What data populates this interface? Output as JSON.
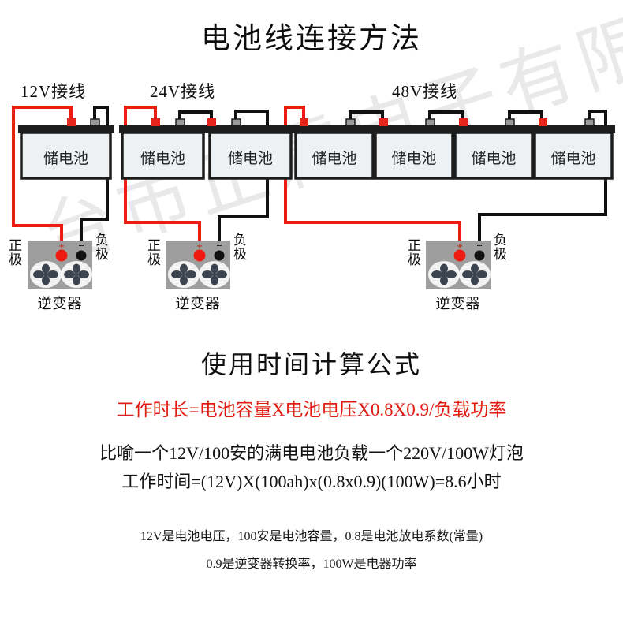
{
  "page": {
    "title": "电池线连接方法",
    "watermark": "台市正霖电子有限公司"
  },
  "sections": [
    {
      "id": "12v",
      "label": "12V接线",
      "battery_count": 1
    },
    {
      "id": "24v",
      "label": "24V接线",
      "battery_count": 2
    },
    {
      "id": "48v",
      "label": "48V接线",
      "battery_count": 4
    }
  ],
  "battery": {
    "label": "储电池",
    "positive_terminal_color": "#e8251b",
    "negative_terminal_color": "#9a9a9a",
    "case_color": "#eef1f4",
    "top_bar_color": "#1d1d1d"
  },
  "inverter": {
    "label": "逆变器",
    "positive_label": "正极",
    "negative_label": "负极",
    "plus_symbol": "+",
    "minus_symbol": "−",
    "body_color": "#9e9e9e",
    "positive_dot_color": "#ee1c10",
    "negative_dot_color": "#111111"
  },
  "wires": {
    "positive_color": "#ee1c10",
    "negative_color": "#111111"
  },
  "formula": {
    "heading": "使用时间计算公式",
    "main": "工作时长=电池容量X电池电压X0.8X0.9/负载功率",
    "main_color": "#e01b10",
    "example_line1": "比喻一个12V/100安的满电电池负载一个220V/100W灯泡",
    "example_line2": "工作时间=(12V)X(100ah)x(0.8x0.9)(100W)=8.6小时",
    "note_line1": "12V是电池电压，100安是电池容量，0.8是电池放电系数(常量)",
    "note_line2": "0.9是逆变器转换率，100W是电器功率"
  }
}
